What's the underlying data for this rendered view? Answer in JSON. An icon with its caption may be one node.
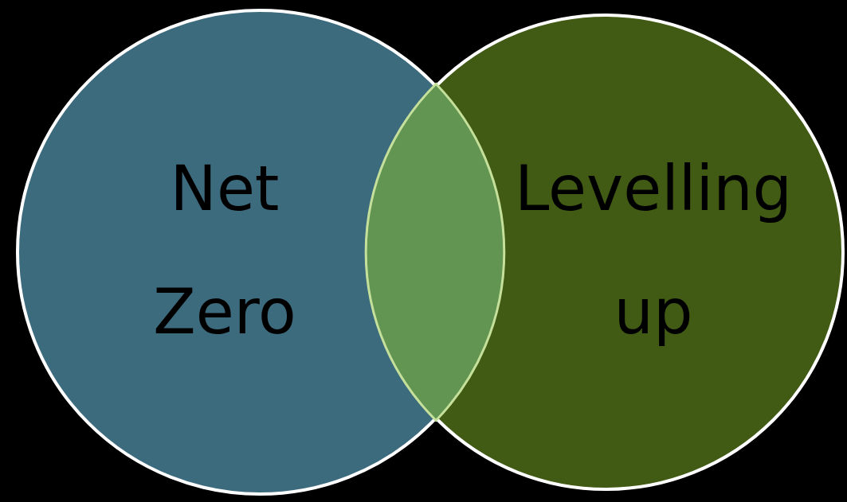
{
  "diagram": {
    "nodes": [
      {
        "text": [
          "Net Zero"
        ]
      },
      {
        "text": [
          "Levelling up"
        ]
      },
      {
        "text": [],
        "shape": "lens"
      }
    ]
  }
}
